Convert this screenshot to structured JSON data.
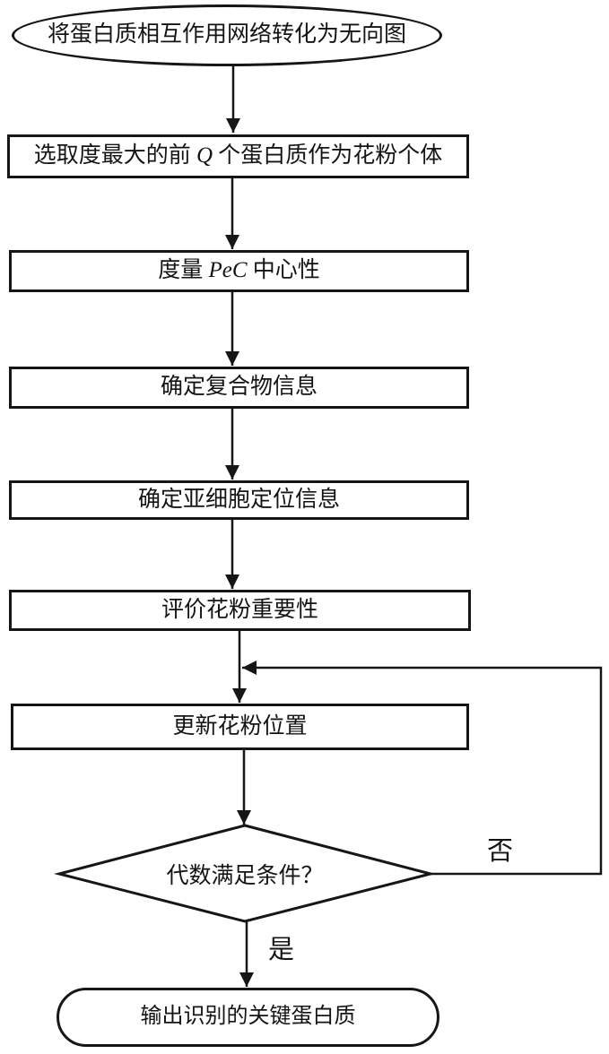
{
  "diagram": {
    "background_color": "#ffffff",
    "line_color": "#161616",
    "text_color": "#141414"
  },
  "nodes": {
    "start": {
      "label": "将蛋白质相互作用网络转化为无向图"
    },
    "select_pollen": {
      "pre": "选取度最大的前 ",
      "var": "Q",
      "post": " 个蛋白质作为花粉个体"
    },
    "measure_pec": {
      "pre": "度量 ",
      "var": "PeC",
      "post": " 中心性"
    },
    "complex_info": {
      "label": "确定复合物信息"
    },
    "subcellular_info": {
      "label": "确定亚细胞定位信息"
    },
    "evaluate_pollen": {
      "label": "评价花粉重要性"
    },
    "update_pollen": {
      "label": "更新花粉位置"
    },
    "decision": {
      "label": "代数满足条件？"
    },
    "output": {
      "label": "输出识别的关键蛋白质"
    }
  },
  "edge_labels": {
    "no": "否",
    "yes": "是"
  }
}
